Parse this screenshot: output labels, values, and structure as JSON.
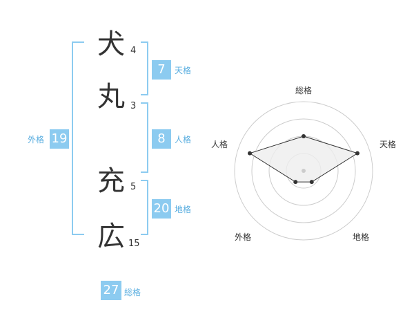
{
  "name": {
    "chars": [
      {
        "char": "犬",
        "strokes": "4"
      },
      {
        "char": "丸",
        "strokes": "3"
      },
      {
        "char": "充",
        "strokes": "5"
      },
      {
        "char": "広",
        "strokes": "15"
      }
    ]
  },
  "kaku": {
    "tenkaku": {
      "value": "7",
      "label": "天格"
    },
    "jinkaku": {
      "value": "8",
      "label": "人格"
    },
    "chikaku": {
      "value": "20",
      "label": "地格"
    },
    "gaikaku": {
      "value": "19",
      "label": "外格"
    },
    "soukaku": {
      "value": "27",
      "label": "総格"
    }
  },
  "radar": {
    "axes": [
      "総格",
      "天格",
      "地格",
      "外格",
      "人格"
    ],
    "rings": 4,
    "values": [
      0.5,
      0.82,
      0.2,
      0.2,
      0.82
    ],
    "colors": {
      "ring": "#cccccc",
      "fill": "#eeeeee",
      "line": "#333333",
      "center": "#cccccc"
    }
  }
}
